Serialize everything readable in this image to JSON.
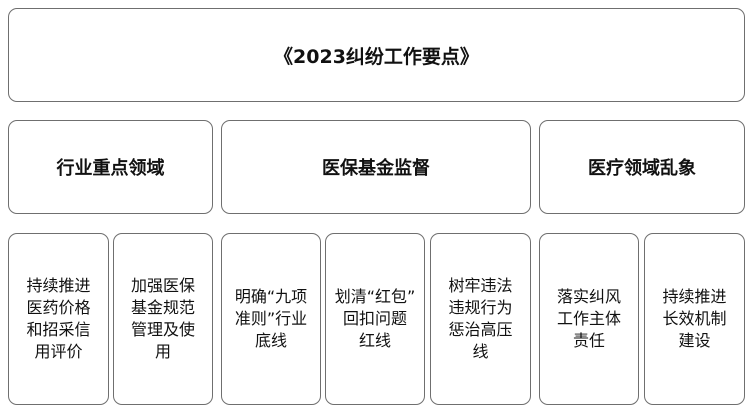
{
  "title": "《2023纠纷工作要点》",
  "categories": [
    {
      "label": "行业重点领域"
    },
    {
      "label": "医保基金监督"
    },
    {
      "label": "医疗领域乱象"
    }
  ],
  "items": [
    {
      "label": "持续推进\n医药价格\n和招采信\n用评价"
    },
    {
      "label": "加强医保\n基金规范\n管理及使\n用"
    },
    {
      "label": "明确“九项\n准则”行业\n底线"
    },
    {
      "label": "划清“红包”\n回扣问题\n红线"
    },
    {
      "label": "树牢违法\n违规行为\n惩治高压\n线"
    },
    {
      "label": "落实纠风\n工作主体\n责任"
    },
    {
      "label": "持续推进\n长效机制\n建设"
    }
  ]
}
